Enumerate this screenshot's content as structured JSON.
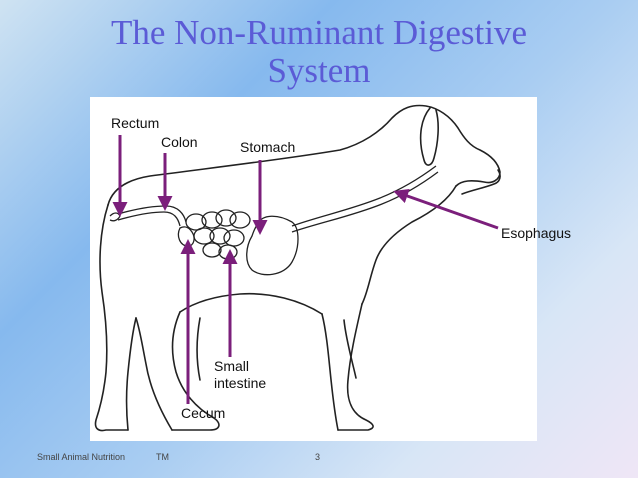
{
  "slide": {
    "title_line1": "The Non-Ruminant Digestive",
    "title_line2": "System",
    "footer_left": "Small Animal Nutrition",
    "footer_tm": "TM",
    "page_number": "3"
  },
  "diagram": {
    "labels": {
      "rectum": "Rectum",
      "colon": "Colon",
      "stomach": "Stomach",
      "esophagus": "Esophagus",
      "small_intestine_1": "Small",
      "small_intestine_2": "intestine",
      "cecum": "Cecum"
    },
    "arrow_color": "#7b1f7b"
  }
}
